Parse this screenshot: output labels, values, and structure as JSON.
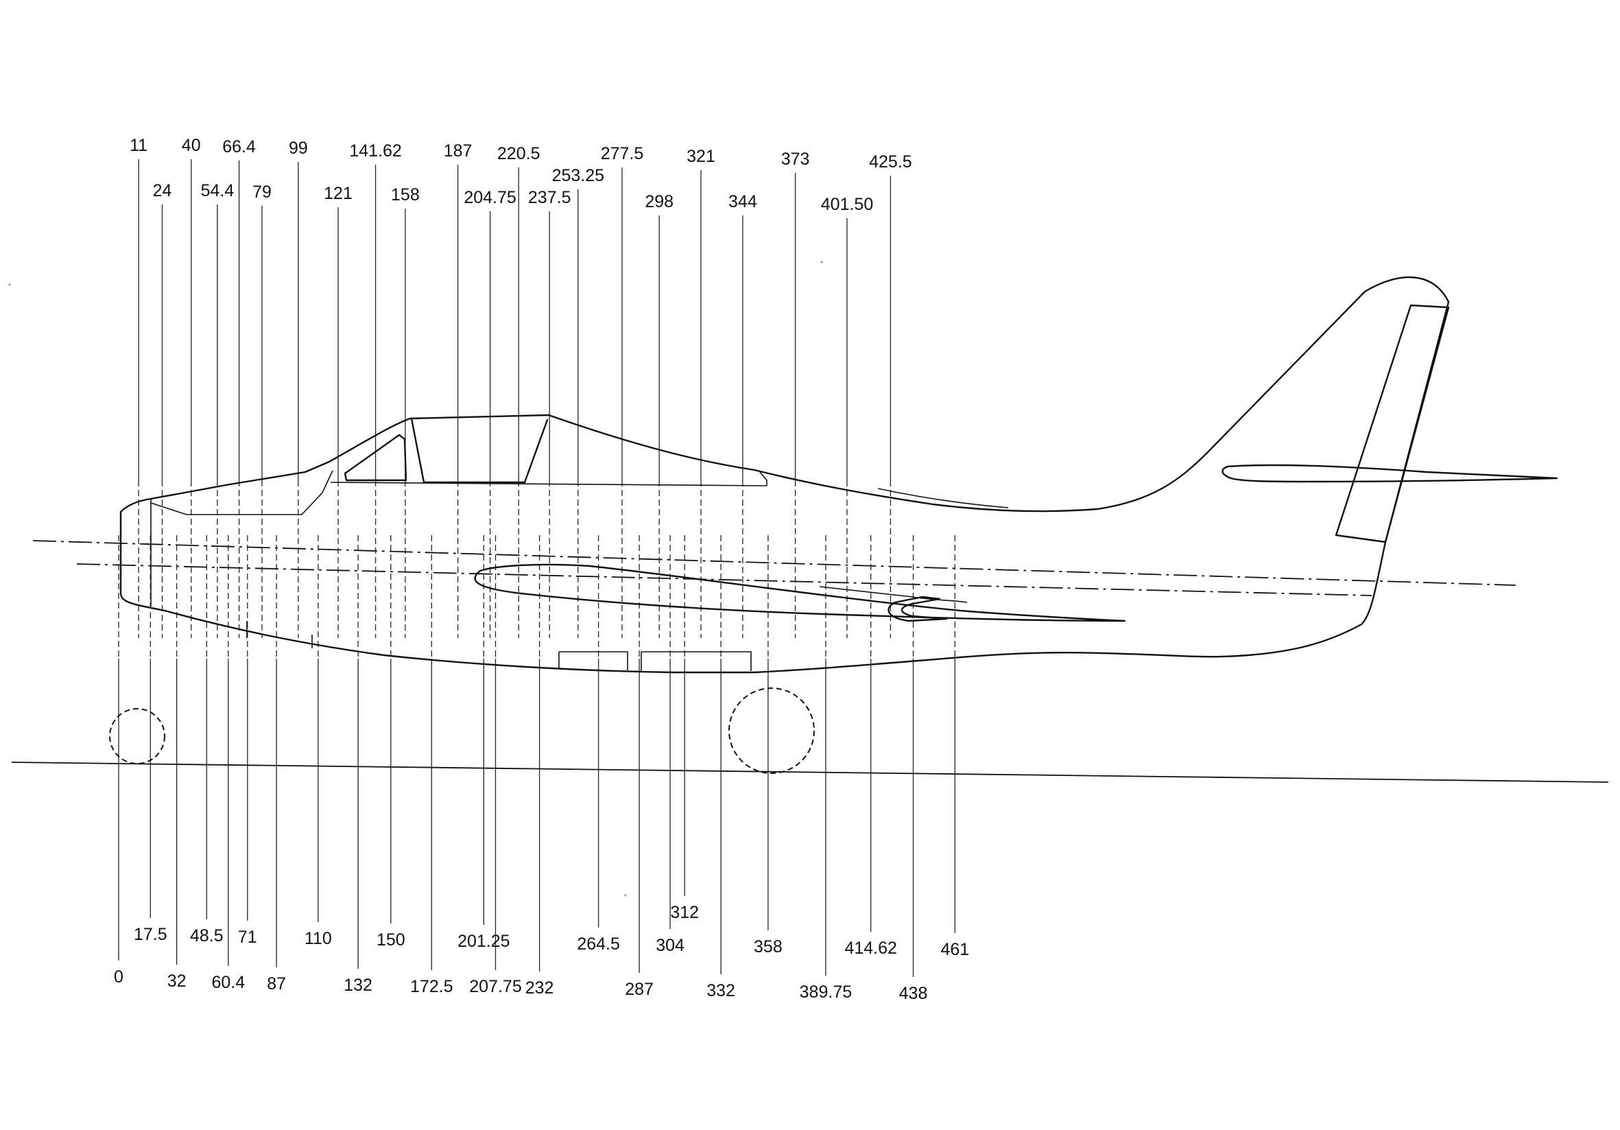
{
  "stations": {
    "top": [
      "11",
      "24",
      "40",
      "54.4",
      "66.4",
      "79",
      "99",
      "121",
      "141.62",
      "158",
      "187",
      "204.75",
      "220.5",
      "237.5",
      "253.25",
      "277.5",
      "298",
      "321",
      "344",
      "373",
      "401.50",
      "425.5"
    ],
    "bottom": [
      "0",
      "17.5",
      "32",
      "48.5",
      "60.4",
      "71",
      "87",
      "110",
      "132",
      "150",
      "172.5",
      "201.25",
      "207.75",
      "232",
      "264.5",
      "287",
      "304",
      "312",
      "332",
      "358",
      "389.75",
      "414.62",
      "438",
      "461"
    ]
  },
  "colors": {
    "ink": "#111111",
    "paper": "#ffffff"
  }
}
